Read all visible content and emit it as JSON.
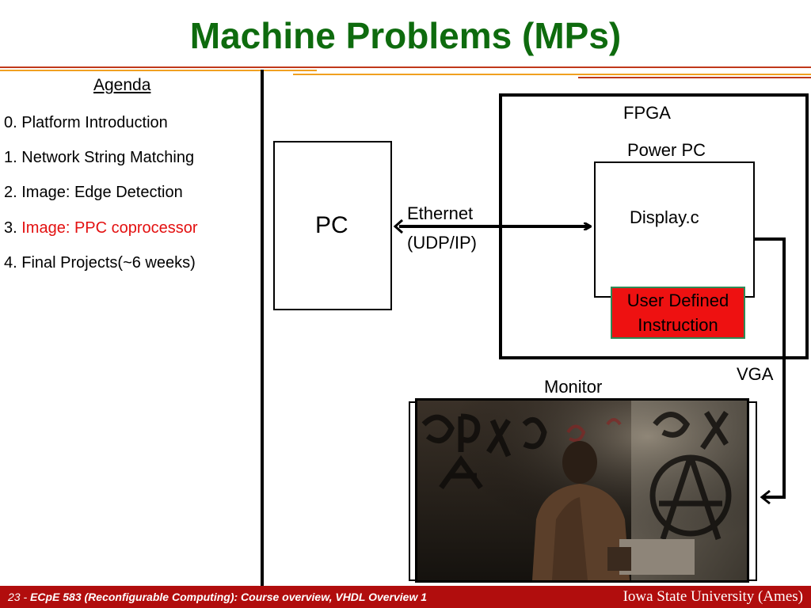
{
  "slide": {
    "title": "Machine Problems (MPs)"
  },
  "agenda": {
    "heading": "Agenda",
    "items": [
      {
        "number": "0.",
        "text": "Platform Introduction"
      },
      {
        "number": "1.",
        "text": "Network String Matching"
      },
      {
        "number": "2.",
        "text": "Image: Edge Detection"
      },
      {
        "number": "3.",
        "text": "Image: PPC coprocessor"
      },
      {
        "number": "4.",
        "text": "Final Projects(~6 weeks)"
      }
    ]
  },
  "diagram": {
    "pc_label": "PC",
    "ethernet_label": "Ethernet",
    "protocol_label": "(UDP/IP)",
    "fpga_label": "FPGA",
    "powerpc_label": "Power PC",
    "display_label": "Display.c",
    "udi_line1": "User Defined",
    "udi_line2": "Instruction",
    "vga_label": "VGA",
    "monitor_label": "Monitor"
  },
  "footer": {
    "page_number": "23",
    "separator": " - ",
    "course": "ECpE 583 (Reconfigurable Computing): Course overview, VHDL Overview 1",
    "university": "Iowa State University (Ames)"
  },
  "colors": {
    "title": "#0e6b0e",
    "highlight": "#e31010",
    "footer_bg": "#b10d0d",
    "udi_fill": "#ee1111",
    "udi_border": "#2e8b57"
  }
}
